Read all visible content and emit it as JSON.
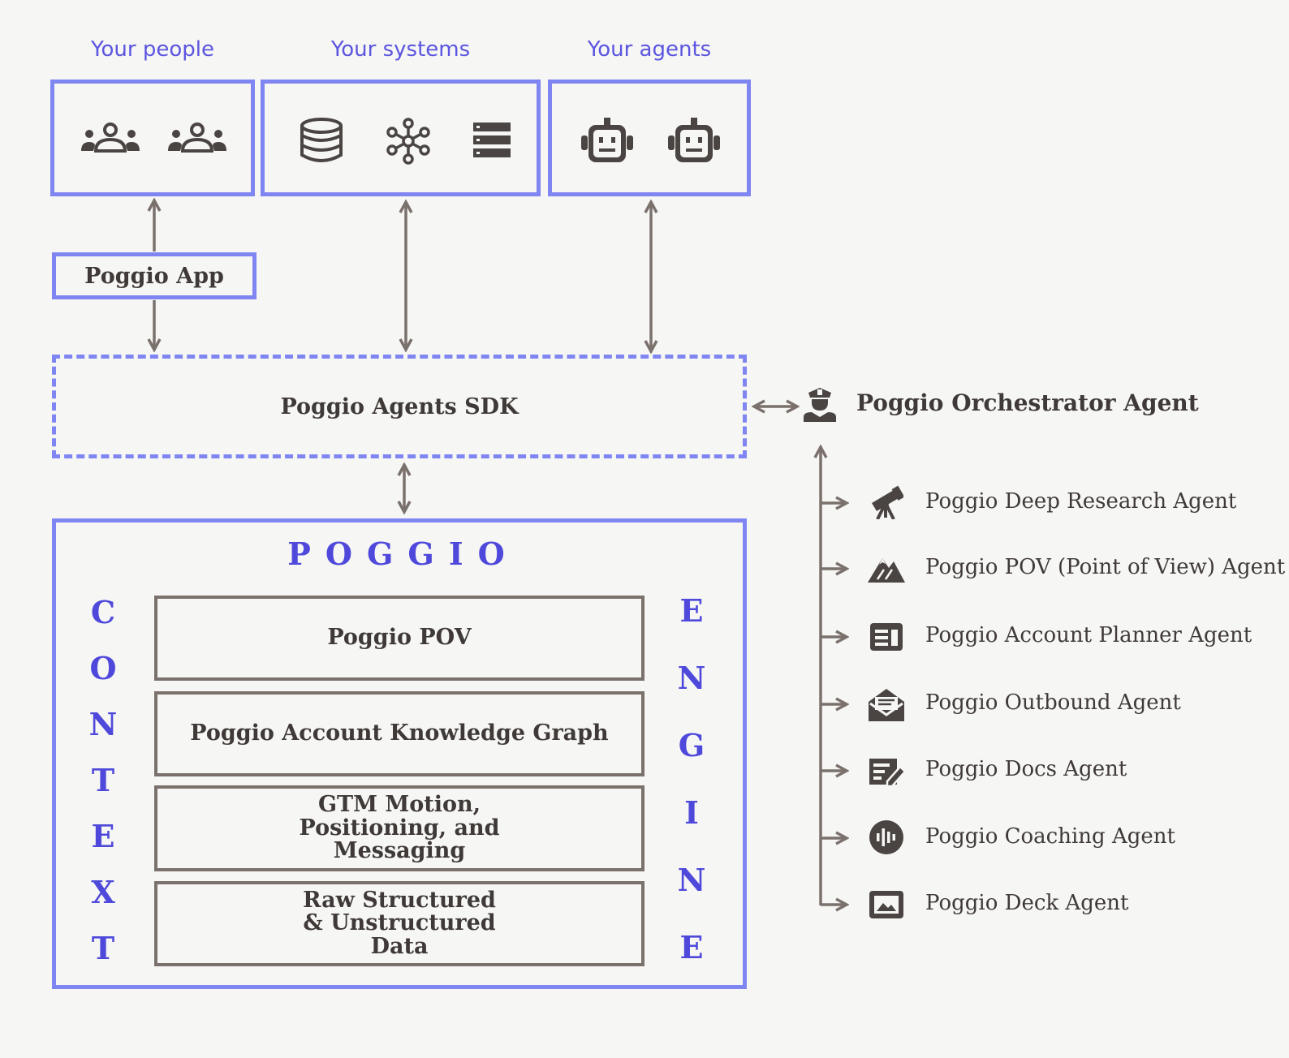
{
  "columns": {
    "people": "Your people",
    "systems": "Your systems",
    "agents": "Your agents"
  },
  "app_label": "Poggio App",
  "sdk_label": "Poggio Agents SDK",
  "orchestrator": {
    "label": "Poggio Orchestrator Agent",
    "icon": "police-officer-icon"
  },
  "poggio": {
    "title": "POGGIO",
    "left_letters": [
      "C",
      "O",
      "N",
      "T",
      "E",
      "X",
      "T"
    ],
    "right_letters": [
      "E",
      "N",
      "G",
      "I",
      "N",
      "E"
    ],
    "layers": [
      "Poggio POV",
      "Poggio Account Knowledge Graph",
      "GTM Motion, Positioning, and Messaging",
      "Raw Structured & Unstructured Data"
    ]
  },
  "sub_agents": [
    {
      "label": "Poggio Deep Research Agent",
      "icon": "telescope-icon"
    },
    {
      "label": "Poggio POV (Point of View) Agent",
      "icon": "mountain-icon"
    },
    {
      "label": "Poggio Account Planner Agent",
      "icon": "planner-icon"
    },
    {
      "label": "Poggio Outbound Agent",
      "icon": "envelope-open-icon"
    },
    {
      "label": "Poggio Docs Agent",
      "icon": "doc-edit-icon"
    },
    {
      "label": "Poggio Coaching Agent",
      "icon": "audio-wave-icon"
    },
    {
      "label": "Poggio Deck Agent",
      "icon": "image-slide-icon"
    }
  ],
  "colors": {
    "accent": "#7f86f2",
    "accent_text": "#5b55e0",
    "gray": "#7a716c",
    "text": "#3f3a37",
    "background": "#f6f6f4"
  }
}
